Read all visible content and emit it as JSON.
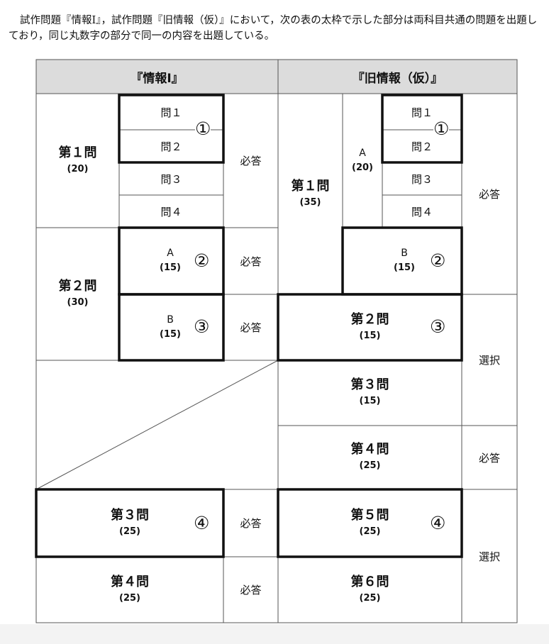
{
  "intro": "試作問題『情報Ⅰ』，試作問題『旧情報（仮）』において，次の表の太枠で示した部分は両科目共通の問題を出題しており，同じ丸数字の部分で同一の内容を出題している。",
  "left": {
    "header": "『情報Ⅰ』",
    "q1": {
      "label": "第１問",
      "points": "(20)"
    },
    "q1_items": [
      "問１",
      "問２",
      "問３",
      "問４"
    ],
    "q2": {
      "label": "第２問",
      "points": "(30)"
    },
    "q2_a": {
      "label": "A",
      "points": "(15)"
    },
    "q2_b": {
      "label": "B",
      "points": "(15)"
    },
    "q3": {
      "label": "第３問",
      "points": "(25)"
    },
    "q4": {
      "label": "第４問",
      "points": "(25)"
    }
  },
  "right": {
    "header": "『旧情報（仮）』",
    "q1": {
      "label": "第１問",
      "points": "(35)"
    },
    "q1_a": {
      "label": "A",
      "points": "(20)"
    },
    "q1_items": [
      "問１",
      "問２",
      "問３",
      "問４"
    ],
    "q1_b": {
      "label": "B",
      "points": "(15)"
    },
    "q2": {
      "label": "第２問",
      "points": "(15)"
    },
    "q3": {
      "label": "第３問",
      "points": "(15)"
    },
    "q4": {
      "label": "第４問",
      "points": "(25)"
    },
    "q5": {
      "label": "第５問",
      "points": "(25)"
    },
    "q6": {
      "label": "第６問",
      "points": "(25)"
    }
  },
  "status": {
    "required": "必答",
    "elective": "選択"
  },
  "markers": {
    "m1": "①",
    "m2": "②",
    "m3": "③",
    "m4": "④"
  }
}
